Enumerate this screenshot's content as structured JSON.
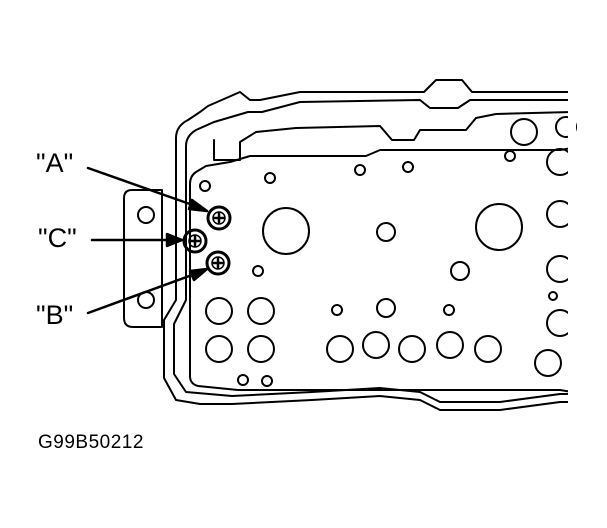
{
  "labels": {
    "a": "\"A\"",
    "b": "\"B\"",
    "c": "\"C\""
  },
  "figure_code": "G99B50212",
  "colors": {
    "line": "#000000",
    "background": "#ffffff"
  }
}
